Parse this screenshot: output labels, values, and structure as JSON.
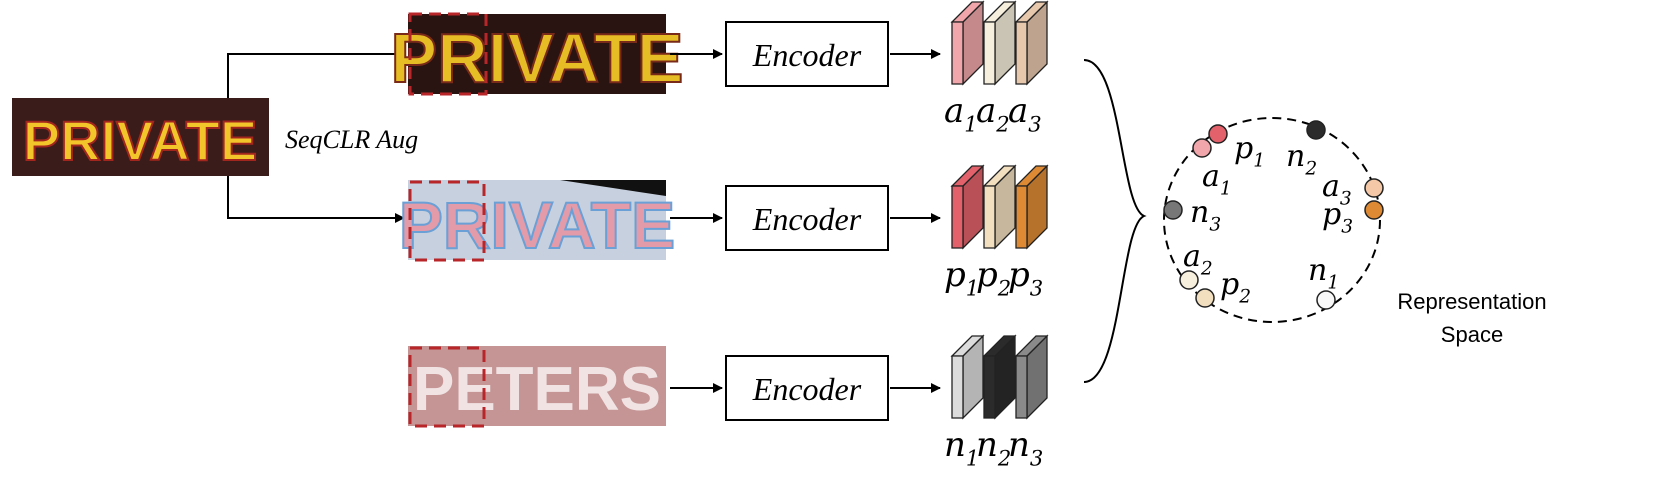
{
  "augmentation_label": "SeqCLR Aug",
  "encoder_label": "Encoder",
  "space_label": [
    "Representation",
    "Space"
  ],
  "images": {
    "source": "PRIVATE",
    "view_a": "PRIVATE",
    "view_p": "PRIVATE",
    "negative": "PETERS"
  },
  "anchors": {
    "labels": [
      "a1",
      "a2",
      "a3"
    ],
    "colors": [
      "#f0a6aa",
      "#f6efdd",
      "#e8c8ad"
    ]
  },
  "positives": {
    "labels": [
      "p1",
      "p2",
      "p3"
    ],
    "colors": [
      "#e2616b",
      "#f2dfc0",
      "#de8a34"
    ]
  },
  "negatives": {
    "labels": [
      "n1",
      "n2",
      "n3"
    ],
    "colors": [
      "#dcdcdc",
      "#2b2b2b",
      "#8a8a8a"
    ]
  },
  "space_points": [
    {
      "label": "p1",
      "color": "#e2616b"
    },
    {
      "label": "a1",
      "color": "#f0a6aa"
    },
    {
      "label": "n2",
      "color": "#2b2b2b"
    },
    {
      "label": "a3",
      "color": "#f5c9a8"
    },
    {
      "label": "p3",
      "color": "#de8a34"
    },
    {
      "label": "n3",
      "color": "#777777"
    },
    {
      "label": "a2",
      "color": "#f6efdd"
    },
    {
      "label": "p2",
      "color": "#f2dfc0"
    },
    {
      "label": "n1",
      "color": "#f8f8f8"
    }
  ]
}
